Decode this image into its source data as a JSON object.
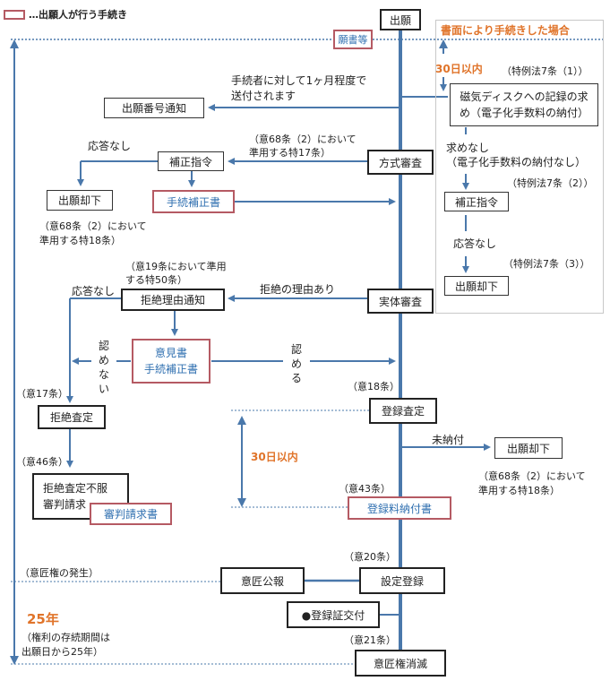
{
  "legend": {
    "text": "…出願人が行う手続き",
    "border_color": "#b55a63"
  },
  "colors": {
    "line": "#4a78ab",
    "orange": "#e0742a",
    "red_border": "#b55a63",
    "blue_text": "#2f6fb0"
  },
  "main": {
    "filing": "出願",
    "application_docs": "願書等",
    "filing_number_notice": "出願番号通知",
    "notice_note": [
      "手続者に対して1ヶ月程度で",
      "送付されます"
    ],
    "formality_exam": "方式審査",
    "formality_ref": [
      "（意68条（2）において",
      "準用する特17条）"
    ],
    "correction_order": "補正指令",
    "no_response_1": "応答なし",
    "dismissal_1": "出願却下",
    "dismissal_1_ref": [
      "（意68条（2）において",
      "準用する特18条）"
    ],
    "amendment": "手続補正書",
    "substantive_exam": "実体審査",
    "reason_for_refusal_exists": "拒絶の理由あり",
    "refusal_notice_ref": [
      "（意19条において準用",
      "する特50条）"
    ],
    "refusal_notice": "拒絶理由通知",
    "no_response_2": "応答なし",
    "opinion_amendment": [
      "意見書",
      "手続補正書"
    ],
    "not_accepted": "認めない",
    "accepted": "認める",
    "art17": "（意17条）",
    "refusal_decision": "拒絶査定",
    "art46": "（意46条）",
    "appeal": [
      "拒絶査定不服",
      "審判請求"
    ],
    "appeal_doc": "審判請求書",
    "art18": "（意18条）",
    "registration_decision": "登録査定",
    "unpaid": "未納付",
    "dismissal_2": "出願却下",
    "dismissal_2_ref": [
      "（意68条（2）において",
      "準用する特18条）"
    ],
    "within_30_days": "30日以内",
    "art43": "（意43条）",
    "registration_fee": "登録料納付書",
    "art20": "（意20条）",
    "right_occurs": "（意匠権の発生）",
    "gazette": "意匠公報",
    "registration": "設定登録",
    "certificate": "●登録証交付",
    "art21": "（意21条）",
    "right_expires": "意匠権消滅",
    "years_25": "25年",
    "duration_note": [
      "（権利の存続期間は",
      "出願日から25年）"
    ]
  },
  "paper_filing": {
    "title": "書面により手続きした場合",
    "within_30_days": "30日以内",
    "ref1": "（特例法7条（1））",
    "magnetic_request": [
      "磁気ディスクへの記録の求",
      "め（電子化手数料の納付）"
    ],
    "no_request": [
      "求めなし",
      "（電子化手数料の納付なし）"
    ],
    "ref2": "（特例法7条（2））",
    "correction_order": "補正指令",
    "no_response": "応答なし",
    "ref3": "（特例法7条（3））",
    "dismissal": "出願却下"
  }
}
